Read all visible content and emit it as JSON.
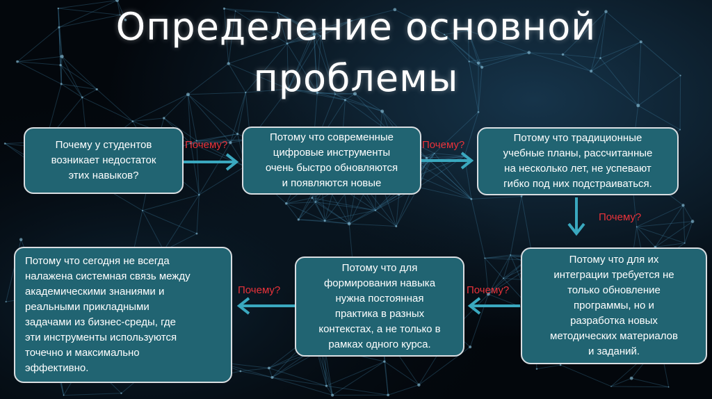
{
  "title": "Определение основной\nпроблемы",
  "question_label": "Почему?",
  "boxes": [
    "Почему у студентов\nвозникает недостаток\nэтих навыков?",
    "Потому что современные\nцифровые инструменты\nочень быстро обновляются\nи появляются новые",
    "Потому что традиционные\nучебные планы, рассчитанные\nна несколько лет, не успевают\nгибко под них подстраиваться.",
    "Потому что для их\nинтеграции требуется не\nтолько обновление\nпрограммы, но и\nразработка новых\nметодических материалов\nи заданий.",
    "Потому что для\nформирования навыка\nнужна постоянная\nпрактика в разных\nконтекстах, а не только в\nрамках одного курса.",
    "Потому что сегодня не всегда\nналажена системная связь между\nакадемическими знаниями и\nреальными прикладными\nзадачами из бизнес-среды, где\nэти инструменты используются\nточечно и максимально\nэффективно."
  ],
  "colors": {
    "box_fill": "#216472",
    "box_border": "#d9dee2",
    "arrow": "#3aa8bf",
    "question": "#e8323a",
    "background": "#03070c"
  }
}
